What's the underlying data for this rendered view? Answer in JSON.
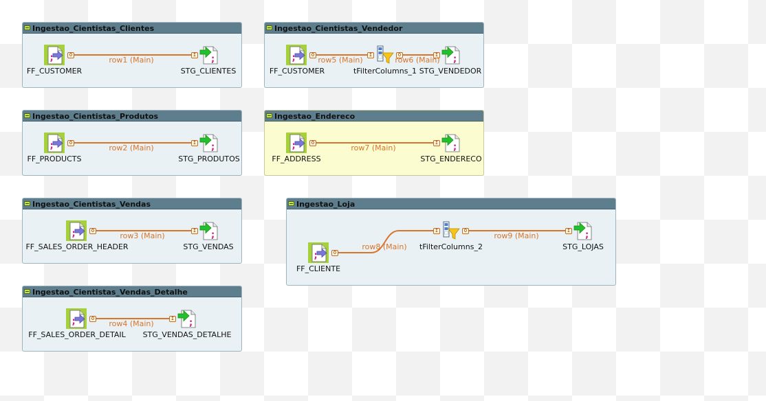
{
  "subjobs": [
    {
      "id": "clientes",
      "title": "Ingestao_Cientistas_Clientes",
      "highlight": false
    },
    {
      "id": "vendedor",
      "title": "Ingestao_Cientistas_Vendedor",
      "highlight": false
    },
    {
      "id": "produtos",
      "title": "Ingestao_Cientistas_Produtos",
      "highlight": false
    },
    {
      "id": "endereco",
      "title": "Ingestao_Endereco",
      "highlight": true
    },
    {
      "id": "vendas",
      "title": "Ingestao_Cientistas_Vendas",
      "highlight": false
    },
    {
      "id": "loja",
      "title": "Ingestao_Loja",
      "highlight": false
    },
    {
      "id": "vendas_detalhe",
      "title": "Ingestao_Cientistas_Vendas_Detalhe",
      "highlight": false
    }
  ],
  "components": {
    "ff_customer_1": "FF_CUSTOMER",
    "stg_clientes": "STG_CLIENTES",
    "ff_customer_2": "FF_CUSTOMER",
    "tfilter_1": "tFilterColumns_1",
    "stg_vendedor": "STG_VENDEDOR",
    "ff_products": "FF_PRODUCTS",
    "stg_produtos": "STG_PRODUTOS",
    "ff_address": "FF_ADDRESS",
    "stg_endereco": "STG_ENDERECO",
    "ff_sales_order_header": "FF_SALES_ORDER_HEADER",
    "stg_vendas": "STG_VENDAS",
    "ff_cliente": "FF_CLIENTE",
    "tfilter_2": "tFilterColumns_2",
    "stg_lojas": "STG_LOJAS",
    "ff_sales_order_detail": "FF_SALES_ORDER_DETAIL",
    "stg_vendas_detalhe": "STG_VENDAS_DETALHE"
  },
  "rows": {
    "row1": "row1 (Main)",
    "row2": "row2 (Main)",
    "row3": "row3 (Main)",
    "row4": "row4 (Main)",
    "row5": "row5 (Main)",
    "row6": "row6 (Main)",
    "row7": "row7 (Main)",
    "row8": "row8 (Main)",
    "row9": "row9 (Main)"
  },
  "ports": {
    "out": "O",
    "in": "I"
  },
  "icons": {
    "input": "file-input-icon",
    "output": "file-output-icon",
    "filter": "filter-columns-icon"
  },
  "colors": {
    "wire": "#d9742a",
    "header": "#5e7e8e",
    "body": "#eaf1f5",
    "highlight_body": "#fbfcd0"
  }
}
